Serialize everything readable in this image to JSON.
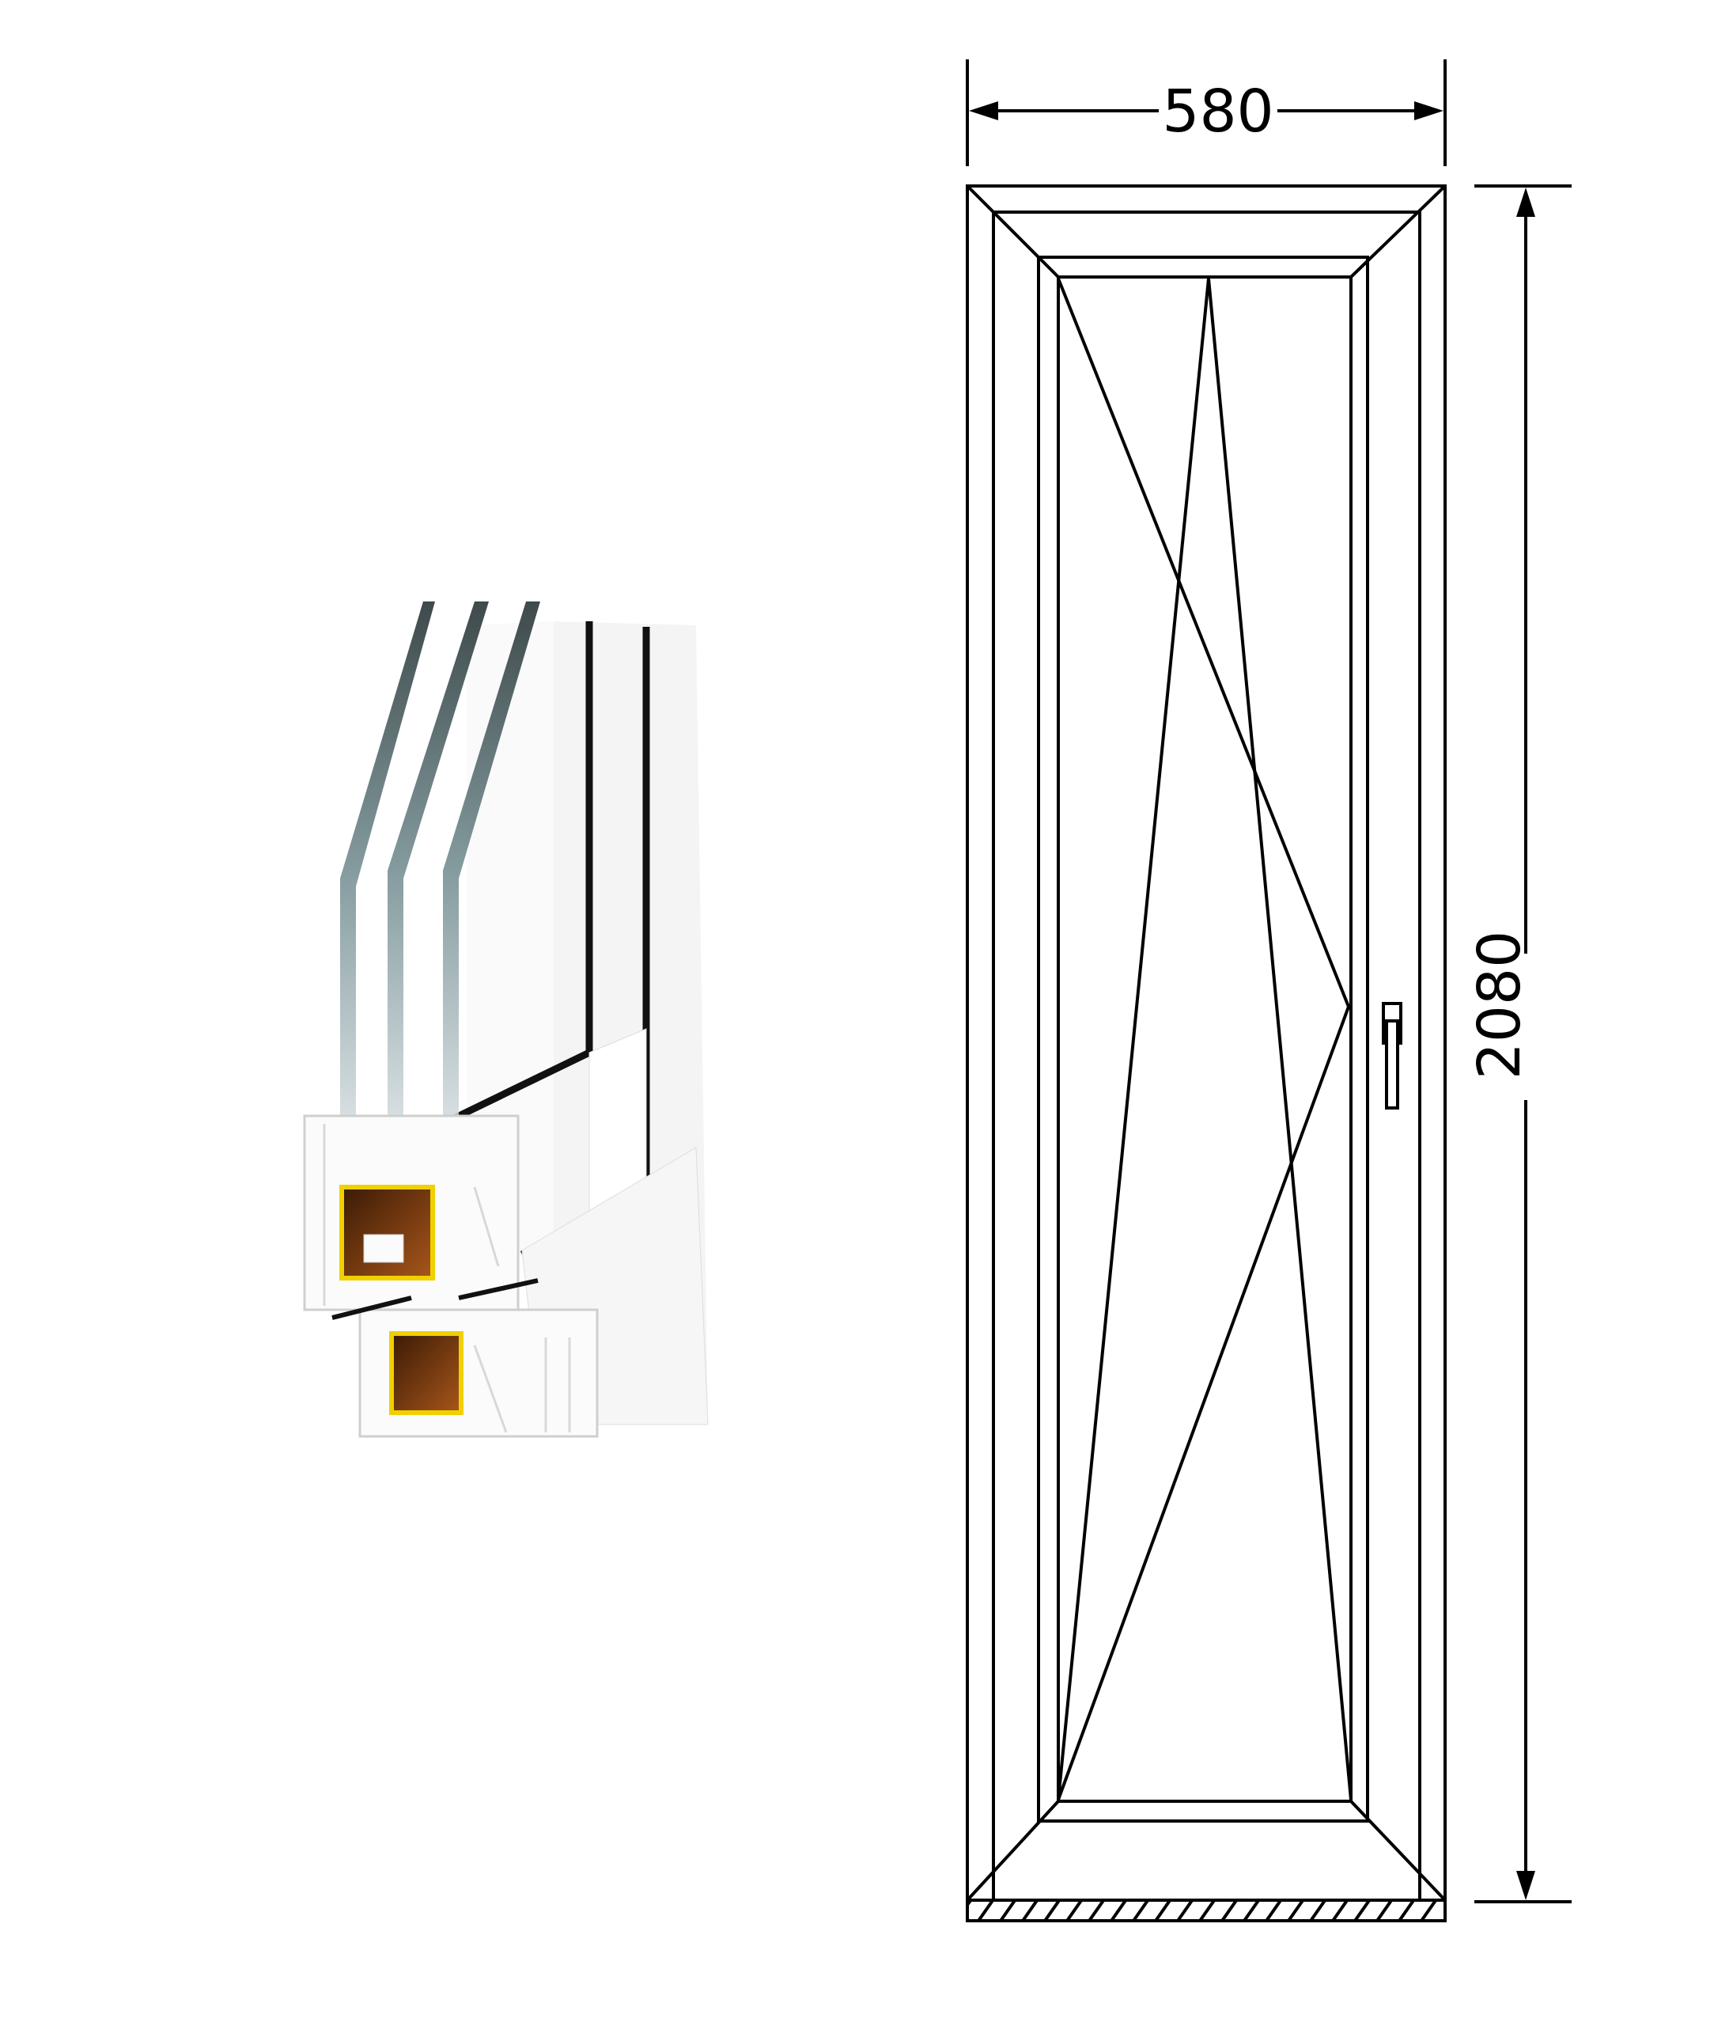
{
  "dimensions": {
    "width_label": "580",
    "height_label": "2080"
  },
  "colors": {
    "line": "#000000",
    "reinforcement": "#7a3a10",
    "reinforcement_border": "#f0d000",
    "glass_edge": "#9fb0b4",
    "spacer": "#a9c0c6"
  },
  "icons": {
    "handle": "door-handle-icon",
    "profile": "window-profile-cross-section"
  }
}
